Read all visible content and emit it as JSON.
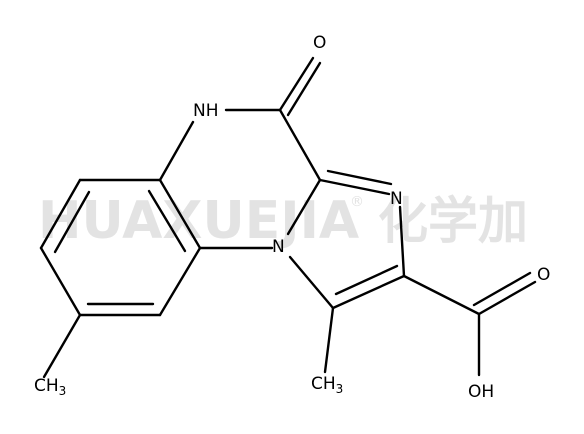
{
  "watermark": {
    "latin": "HUAXUEJIA",
    "registered": "®",
    "cjk": "化学加"
  },
  "atoms": {
    "o_top": "O",
    "nh": "NH",
    "n_ring": "N",
    "n_bridge": "N",
    "o_acid": "O",
    "oh": "OH",
    "ch3_left_main": "CH",
    "ch3_left_sub": "3",
    "ch3_right_main": "CH",
    "ch3_right_sub": "3"
  }
}
